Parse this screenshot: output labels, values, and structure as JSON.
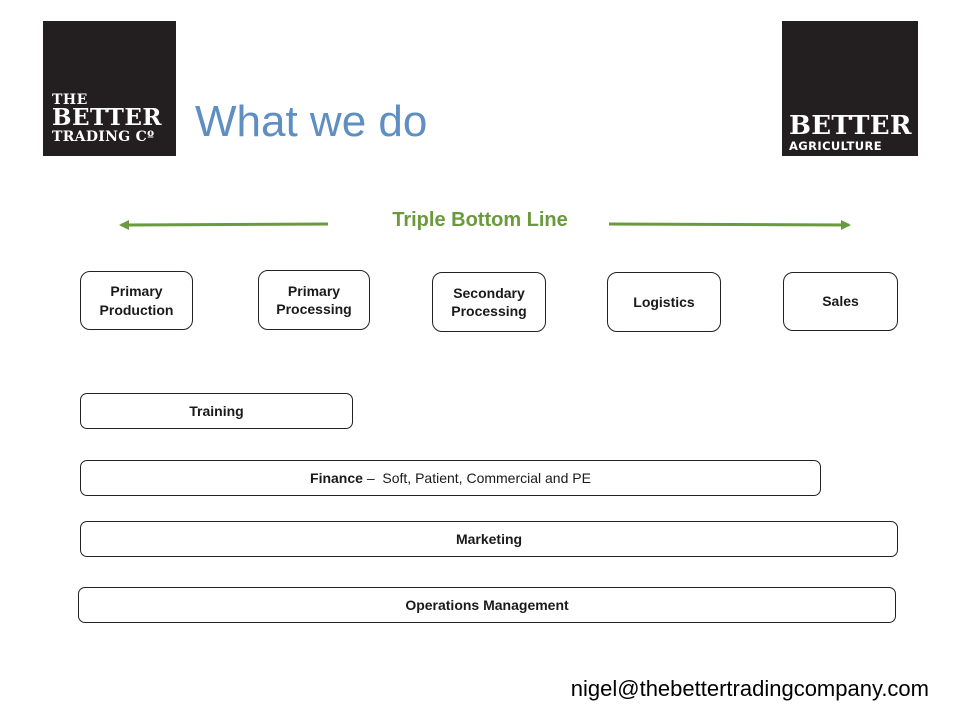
{
  "logos": {
    "left": {
      "line1": "THE",
      "line2": "BETTER",
      "line3": "TRADING Cº"
    },
    "right": {
      "line1": "BETTER",
      "line2": "AGRICULTURE"
    }
  },
  "title": "What we do",
  "triple_bottom_line": {
    "label": "Triple Bottom Line",
    "arrow_color": "#6a9a3c"
  },
  "stages": [
    {
      "label": "Primary\nProduction"
    },
    {
      "label": "Primary\nProcessing"
    },
    {
      "label": "Secondary\nProcessing"
    },
    {
      "label": "Logistics"
    },
    {
      "label": "Sales"
    }
  ],
  "bars": {
    "training": "Training",
    "finance": {
      "bold": "Finance",
      "separator": " –  ",
      "detail": "Soft, Patient, Commercial and PE"
    },
    "marketing": "Marketing",
    "operations": "Operations Management"
  },
  "contact_email": "nigel@thebettertradingcompany.com",
  "colors": {
    "title": "#5e8ec2",
    "accent_green": "#6a9a3c",
    "logo_bg": "#231f20"
  }
}
